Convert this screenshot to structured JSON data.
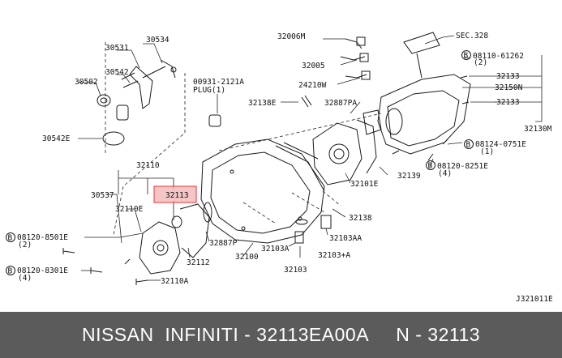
{
  "labels": {
    "p30534": "30534",
    "p30531": "30531",
    "p30542": "30542",
    "p30502": "30502",
    "p30542e": "30542E",
    "p32110": "32110",
    "p30537": "30537",
    "p32113": "32113",
    "p32110e": "32110E",
    "b08120_8501e": "08120-8501E",
    "q2a": "(2)",
    "b08120_8301e": "08120-8301E",
    "q4a": "(4)",
    "p32110a": "32110A",
    "p32112": "32112",
    "p32887p": "32887P",
    "p32100": "32100",
    "p32103a": "32103A",
    "p32103": "32103",
    "p32103plus": "32103+A",
    "p32103aa": "32103AA",
    "p32138": "32138",
    "p32101e": "32101E",
    "p32139": "32139",
    "b08120_8251e": "08120-8251E",
    "q4b": "(4)",
    "b08124_0751e": "08124-0751E",
    "q1": "(1)",
    "p32130m": "32130M",
    "p32133b": "32133",
    "p32150n": "32150N",
    "p32133a": "32133",
    "b08110_61262": "08110-61262",
    "q2b": "(2)",
    "sec328": "SEC.328",
    "p32006m": "32006M",
    "p32005": "32005",
    "p24210w": "24210W",
    "p32138e": "32138E",
    "p32887pa": "32887PA",
    "p00931": "00931-2121A",
    "plug": "PLUG(1)",
    "ref": "J321011E"
  },
  "bolt_marker": "B",
  "highlight_color": "#e8272b",
  "footer": {
    "text": "NISSAN  INFINITI - 32113EA00A     N - 32113",
    "background": "#5b5b5b"
  }
}
